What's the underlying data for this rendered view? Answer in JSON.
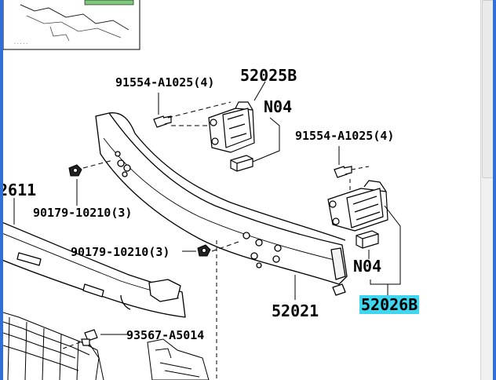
{
  "labels": {
    "bolt_top": "91554-A1025(4)",
    "bracket_top": "52025B",
    "nut_top": "N04",
    "bolt_right": "91554-A1025(4)",
    "bumper_cover_partial": "2611",
    "washer_left": "90179-10210(3)",
    "washer_mid": "90179-10210(3)",
    "reinforcement": "52021",
    "nut_right": "N04",
    "bracket_right": "52026B",
    "clip_bottom": "93567-A5014"
  },
  "colors": {
    "highlight": "#3fd6f0",
    "line": "#000000",
    "window_edge": "#2f6fd6"
  }
}
